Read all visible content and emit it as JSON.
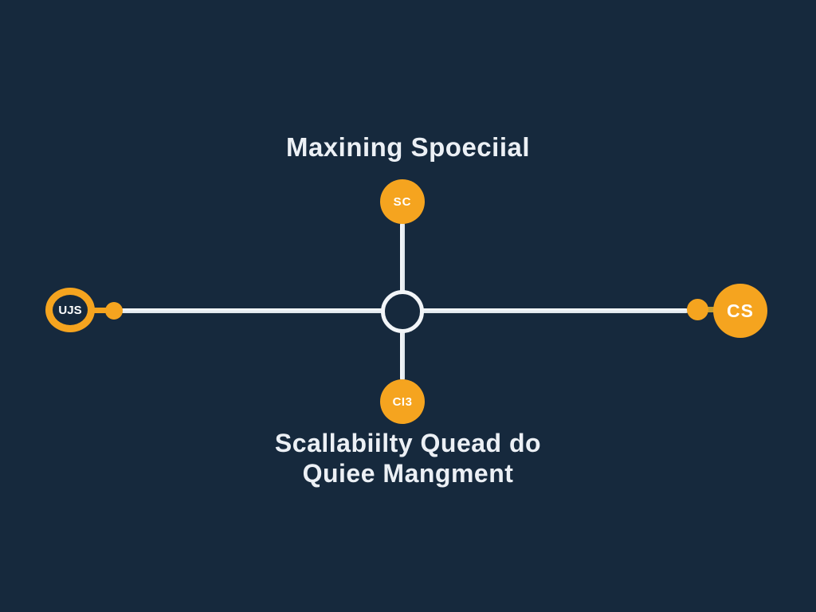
{
  "title": "Maxining Spoeciial",
  "caption": {
    "line1": "Scallabiilty Quead do",
    "line2": "Quiee Mangment"
  },
  "nodes": {
    "top": {
      "label": "SC"
    },
    "bottom": {
      "label": "CI3"
    },
    "left": {
      "label": "UJS"
    },
    "right": {
      "label": "CS"
    }
  },
  "colors": {
    "bg": "#16293d",
    "orange": "#f5a41f",
    "line": "#eef2f6",
    "text": "#ecf0f5",
    "olive": "#c79e31"
  }
}
